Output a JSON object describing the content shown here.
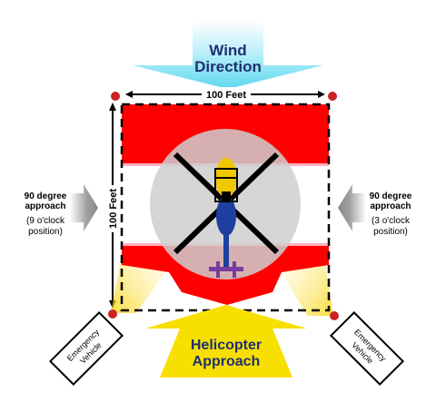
{
  "wind": {
    "line1": "Wind",
    "line2": "Direction",
    "arrow_color": "#7fe0f0"
  },
  "dimensions": {
    "width_label": "100 Feet",
    "height_label": "100 Feet"
  },
  "left_approach": {
    "line1": "90 degree",
    "line2": "approach",
    "line3": "(9 o'clock",
    "line4": "position)"
  },
  "right_approach": {
    "line1": "90 degree",
    "line2": "approach",
    "line3": "(3 o'clock",
    "line4": "position)"
  },
  "bottom_approach": {
    "line1": "Helicopter",
    "line2": "Approach",
    "arrow_color": "#f7e000"
  },
  "emergency_left": {
    "line1": "Emergency",
    "line2": "Vehicle"
  },
  "emergency_right": {
    "line1": "Emergency",
    "line2": "Vehicle"
  },
  "colors": {
    "landing_zone_red": "#ff0000",
    "circle_gray": "#d0d0d0",
    "helicopter_body": "#1f3fa0",
    "helicopter_accent": "#f0c800",
    "corner_marker": "#cc2222",
    "approach_arrow_gray": "#8f8f8f"
  },
  "icons": {
    "helicopter": "helicopter-icon",
    "x_mark": "landing-x-mark"
  }
}
